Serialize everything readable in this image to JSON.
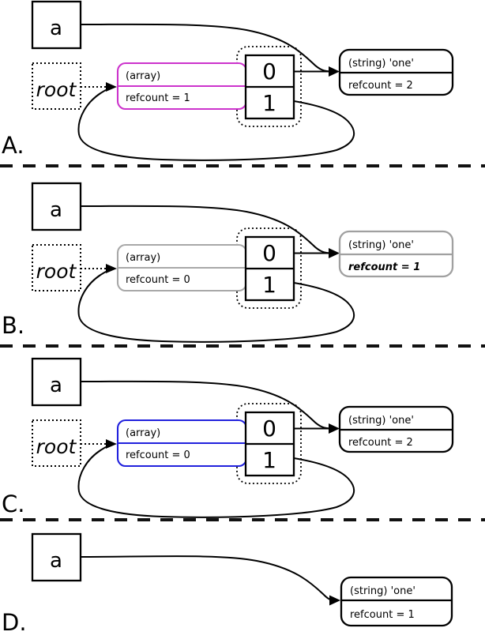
{
  "panels": [
    {
      "label": "A.",
      "var_label": "a",
      "root_label": "root",
      "array_title": "(array)",
      "array_refcount": "refcount = 1",
      "cell0": "0",
      "cell1": "1",
      "string_title": "(string) 'one'",
      "string_refcount": "refcount = 2",
      "accent": "#cc33cc",
      "string_color": "#000000"
    },
    {
      "label": "B.",
      "var_label": "a",
      "root_label": "root",
      "array_title": "(array)",
      "array_refcount": "refcount = 0",
      "cell0": "0",
      "cell1": "1",
      "string_title": "(string) 'one'",
      "string_refcount": "refcount = 1",
      "accent": "#a8a8a8",
      "string_color": "#a0a0a0"
    },
    {
      "label": "C.",
      "var_label": "a",
      "root_label": "root",
      "array_title": "(array)",
      "array_refcount": "refcount = 0",
      "cell0": "0",
      "cell1": "1",
      "string_title": "(string) 'one'",
      "string_refcount": "refcount = 2",
      "accent": "#2121dd",
      "string_color": "#000000"
    },
    {
      "label": "D.",
      "var_label": "a",
      "string_title": "(string) 'one'",
      "string_refcount": "refcount = 1",
      "string_color": "#000000"
    }
  ]
}
